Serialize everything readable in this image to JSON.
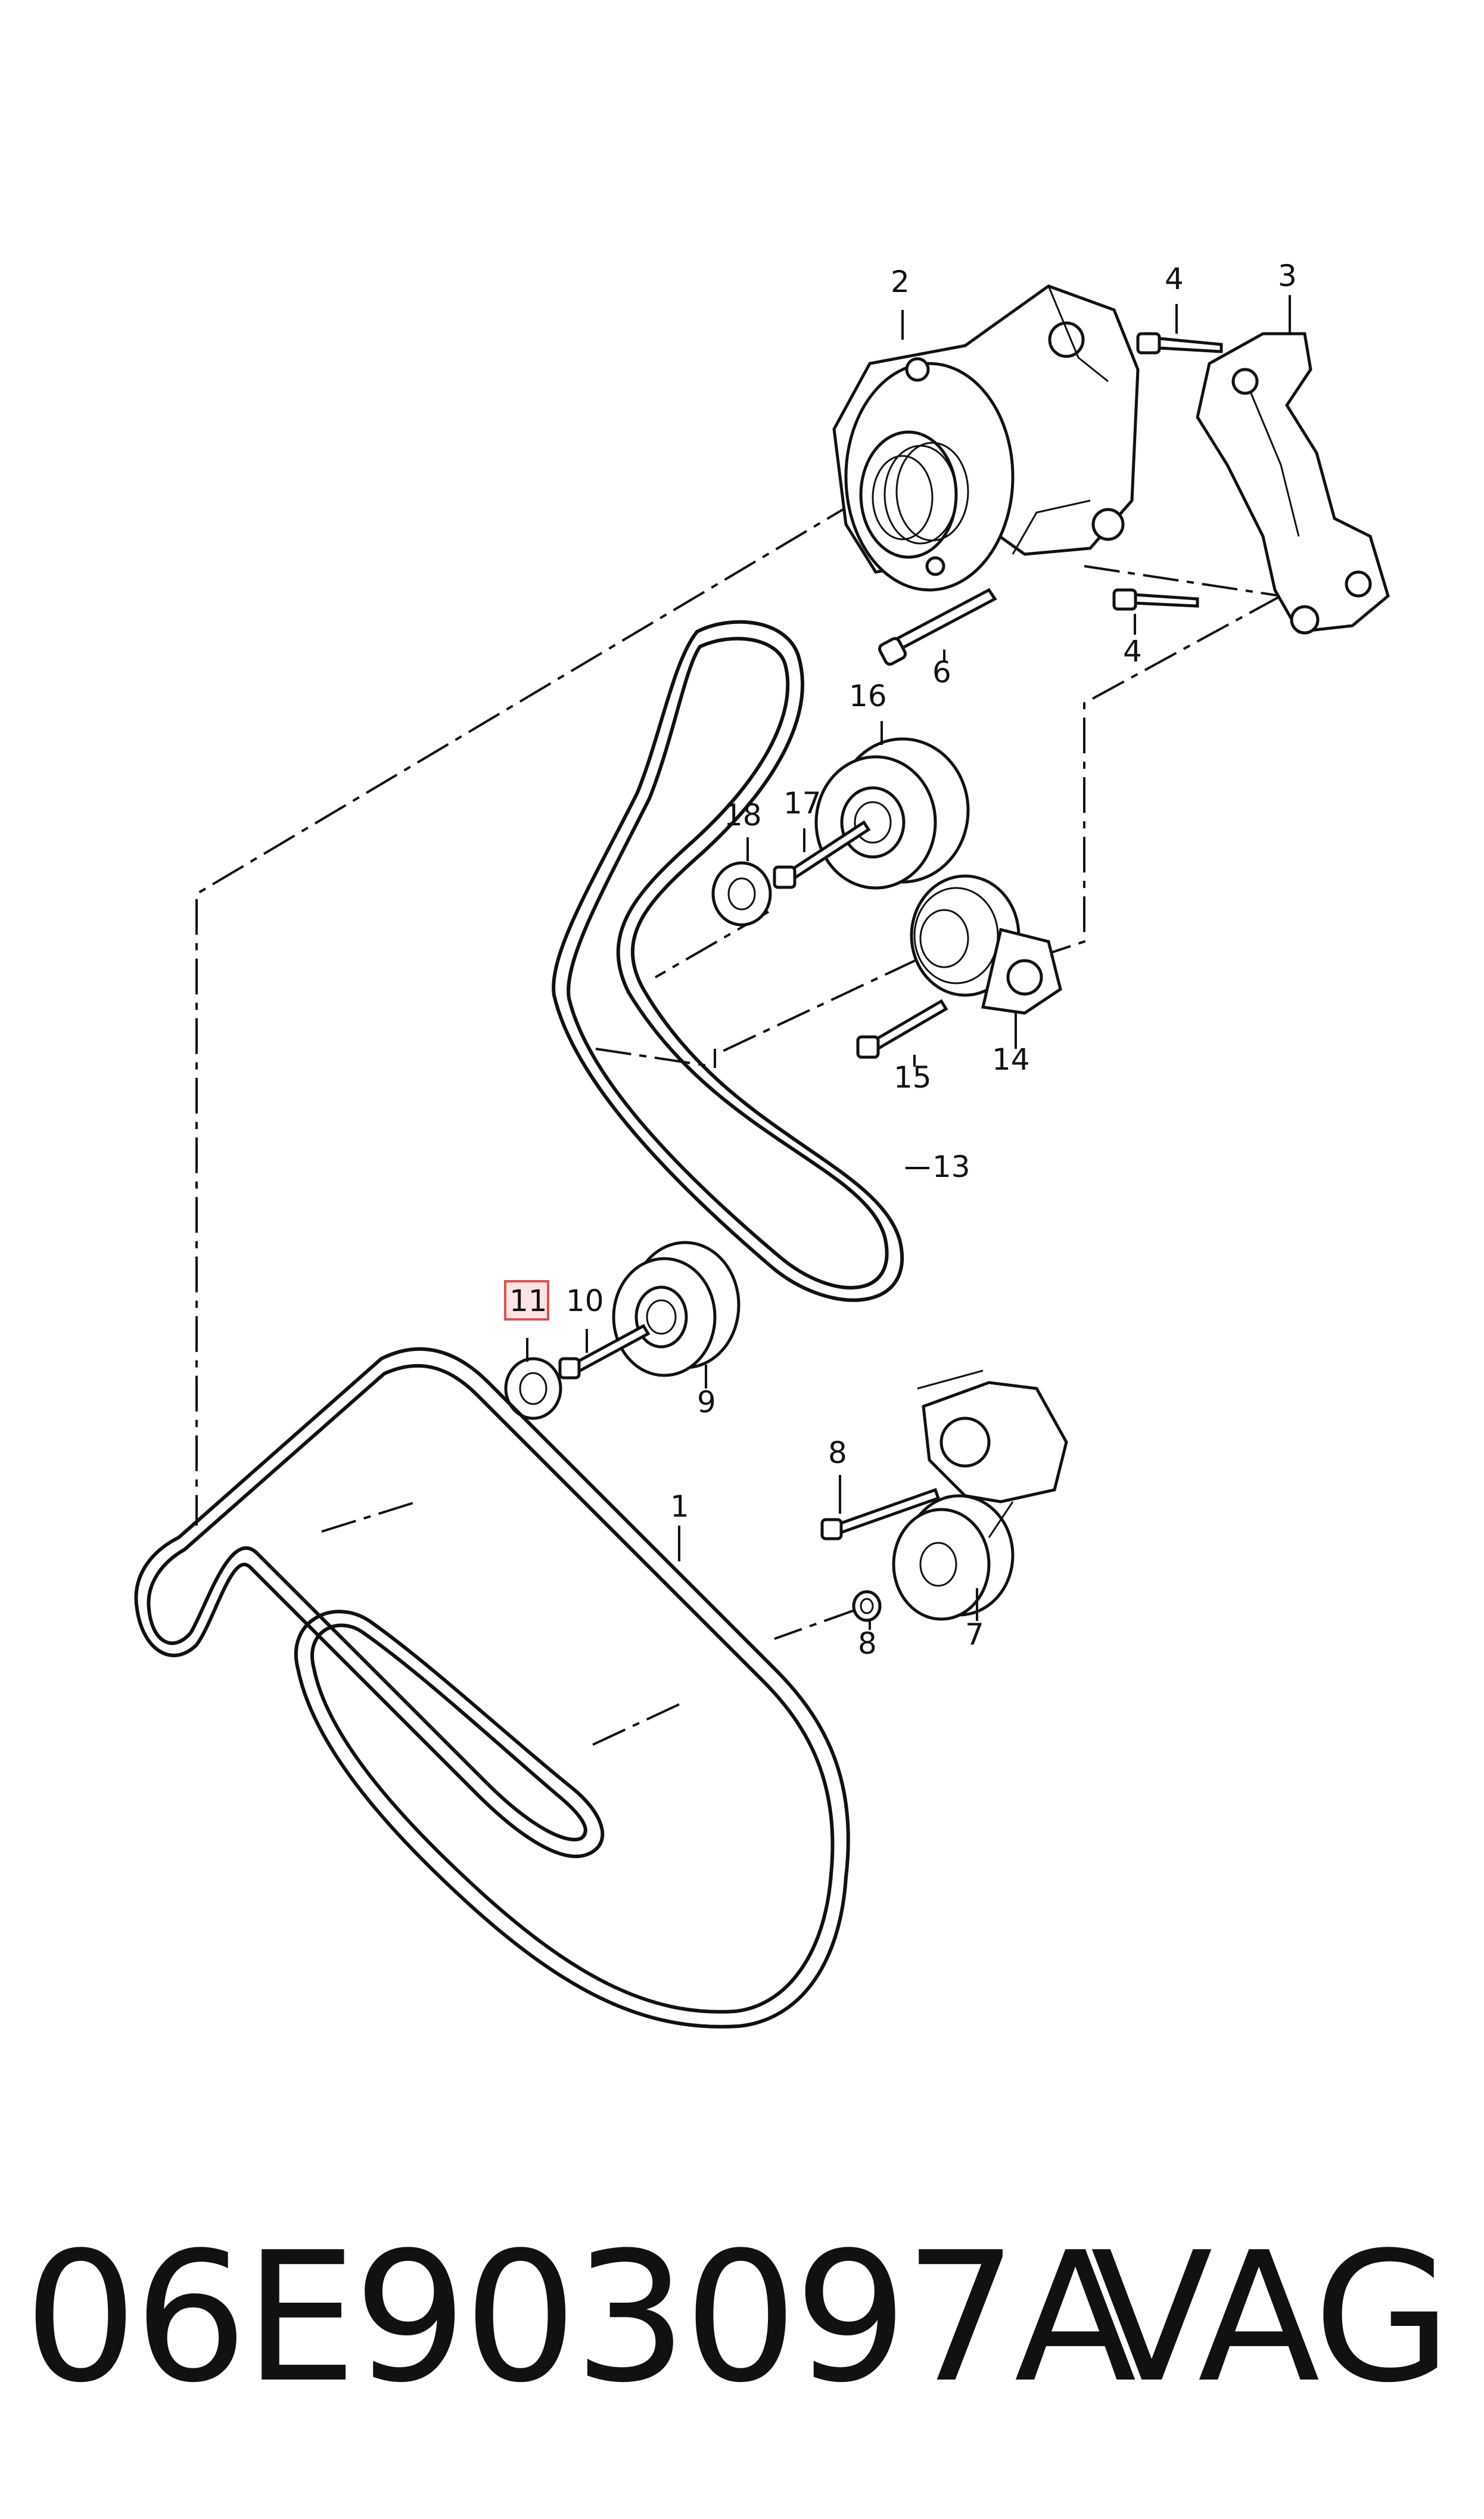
{
  "callouts": {
    "c1": "1",
    "c2": "2",
    "c3": "3",
    "c4a": "4",
    "c4b": "4",
    "c6": "6",
    "c7": "7",
    "c8a": "8",
    "c8b": "8",
    "c9": "9",
    "c10": "10",
    "c11": "11",
    "c13": "13",
    "c14": "14",
    "c15": "15",
    "c16": "16",
    "c17": "17",
    "c18": "18"
  },
  "highlighted_callout": "11",
  "part_number": "06E903097A",
  "brand": "VAG",
  "colors": {
    "ink": "#111111",
    "highlight_fill": "#fde4e4",
    "highlight_stroke": "#d9534f"
  }
}
